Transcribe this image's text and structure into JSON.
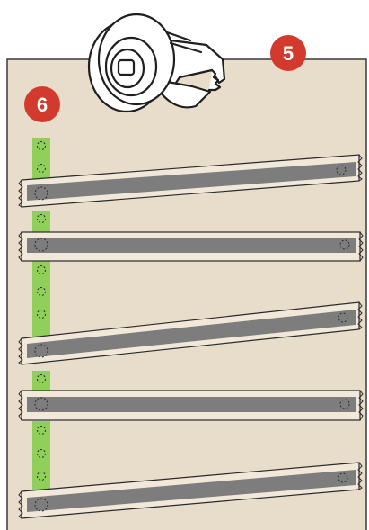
{
  "steps": {
    "first": "5",
    "second": "6"
  },
  "colors": {
    "board": "#e8dccb",
    "board_edge": "#3a3a3a",
    "badge": "#d23a2e",
    "green_tape": "#8fcf5a",
    "dark_strip": "#7d7d7d",
    "tape_outline": "#2a2a2a"
  },
  "icons": {
    "dispenser": "tape-dispenser-icon",
    "hole": "dashed-circle-icon"
  },
  "strips": {
    "count": 5
  }
}
